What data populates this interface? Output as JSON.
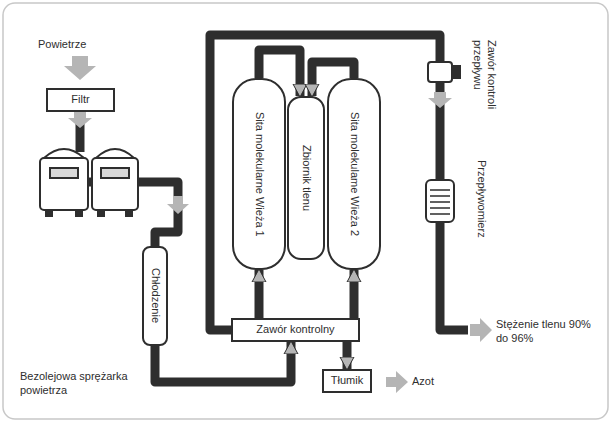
{
  "diagram": {
    "nodes": [
      {
        "text": [
          "Filtr"
        ]
      },
      {
        "text": [
          "Chłodzenie"
        ]
      },
      {
        "text": [
          "Sita molekularne Wieża 1"
        ]
      },
      {
        "text": [
          "Zbiornik tlenu"
        ]
      },
      {
        "text": [
          "Sita molekulame Wieża 2"
        ]
      },
      {
        "text": [
          "Zawór kontrolny"
        ]
      },
      {
        "text": [
          "Tłumik"
        ]
      }
    ],
    "edges": [
      {
        "from": 1,
        "to": 5,
        "arrow": "to"
      },
      {
        "from": 5,
        "to": 2,
        "arrow": "to"
      },
      {
        "from": 5,
        "to": 4,
        "arrow": "to"
      },
      {
        "from": 2,
        "to": 3,
        "arrow": "to"
      },
      {
        "from": 4,
        "to": 3,
        "arrow": "to"
      },
      {
        "from": 5,
        "to": 6,
        "arrow": "to"
      }
    ],
    "labels": [
      "Powietrze",
      "Zawór kontroli przepływu",
      "Przepływomierz",
      "Stężenie tlenu 90% do 96%",
      "Azot",
      "Bezolejowa sprężarka powietrza"
    ]
  }
}
